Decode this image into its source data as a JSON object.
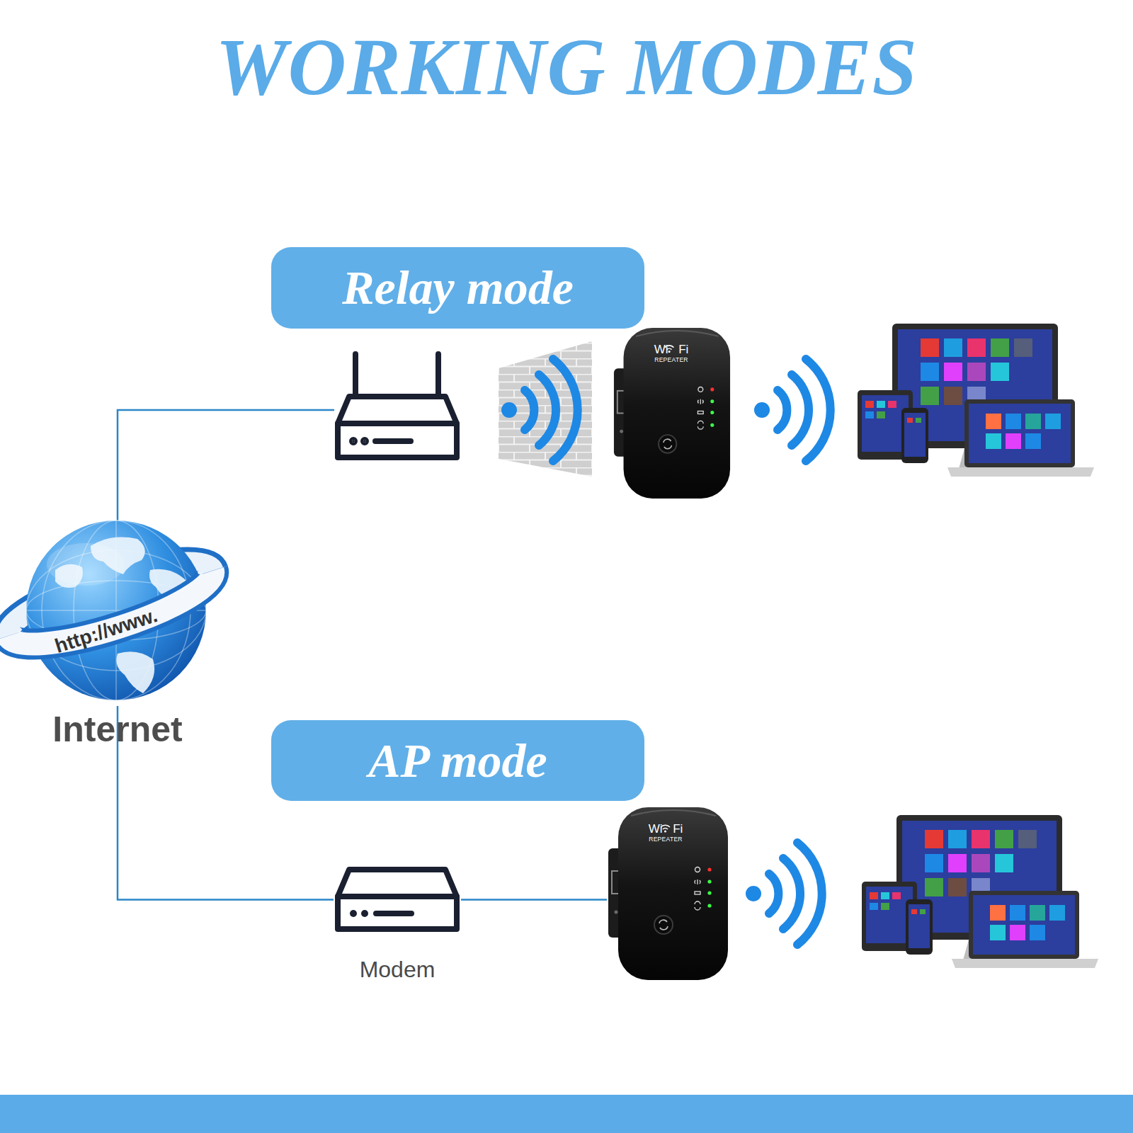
{
  "diagram": {
    "title": "WORKING MODES",
    "nodes": [
      {
        "text": [
          "Relay mode"
        ]
      },
      {
        "text": [
          "Wi Fi",
          "REPEATER"
        ]
      },
      {
        "text": [
          "http://www.",
          "Internet"
        ]
      },
      {
        "text": [
          "AP mode"
        ]
      },
      {
        "text": [
          "Wi Fi",
          "REPEATER"
        ]
      },
      {
        "text": [
          "Modem"
        ]
      }
    ],
    "edges": [
      {
        "from": 2,
        "to": 5,
        "arrow": "none"
      },
      {
        "from": 5,
        "to": 4,
        "arrow": "none"
      }
    ]
  }
}
